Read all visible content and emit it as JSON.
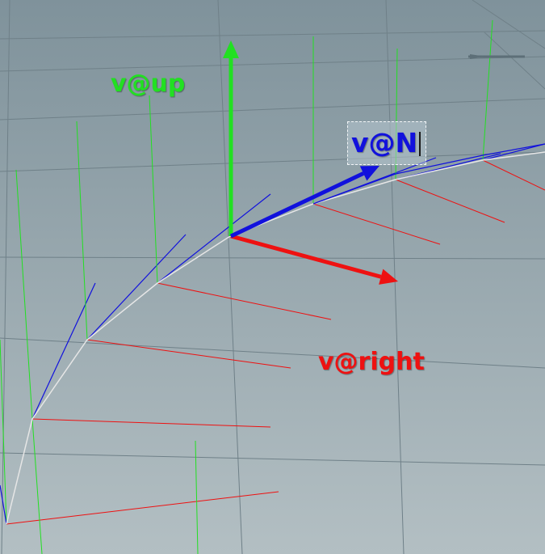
{
  "viewport": {
    "background_top": "#7f929b",
    "background_bottom": "#b3bfc3",
    "grid_color": "#6f8088"
  },
  "labels": {
    "up": {
      "text": "v@up",
      "color": "#22e022"
    },
    "right": {
      "text": "v@right",
      "color": "#ee1111"
    },
    "n": {
      "text": "v@N",
      "color": "#1111dd"
    }
  },
  "axis_colors": {
    "up": "#22e022",
    "right": "#ee1111",
    "n": "#1111dd",
    "curve": "#e6e6e6"
  },
  "icons": {
    "handle": "viewport-handle-icon"
  }
}
